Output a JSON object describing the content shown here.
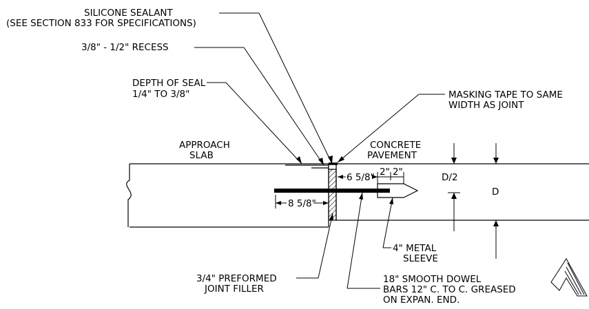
{
  "labels": {
    "silicone_sealant": "SILICONE SEALANT",
    "see_section": "(SEE SECTION 833 FOR SPECIFICATIONS)",
    "recess": "3/8\" - 1/2\" RECESS",
    "depth_of_seal_1": "DEPTH OF SEAL",
    "depth_of_seal_2": "1/4\" TO 3/8\"",
    "masking_tape_1": "MASKING TAPE TO SAME",
    "masking_tape_2": "WIDTH AS JOINT",
    "approach_slab_1": "APPROACH",
    "approach_slab_2": "SLAB",
    "concrete_pavement_1": "CONCRETE",
    "concrete_pavement_2": "PAVEMENT",
    "dim_6_5_8": "6 5/8\"",
    "dim_2_a": "2\"",
    "dim_2_b": "2\"",
    "dim_8_5_8": "8 5/8\"",
    "d_half": "D/2",
    "d": "D",
    "metal_sleeve_1": "4\" METAL",
    "metal_sleeve_2": "SLEEVE",
    "joint_filler_1": "3/4\" PREFORMED",
    "joint_filler_2": "JOINT FILLER",
    "dowel_1": "18\" SMOOTH DOWEL",
    "dowel_2": "BARS 12\" C. TO C. GREASED",
    "dowel_3": "ON EXPAN. END."
  }
}
